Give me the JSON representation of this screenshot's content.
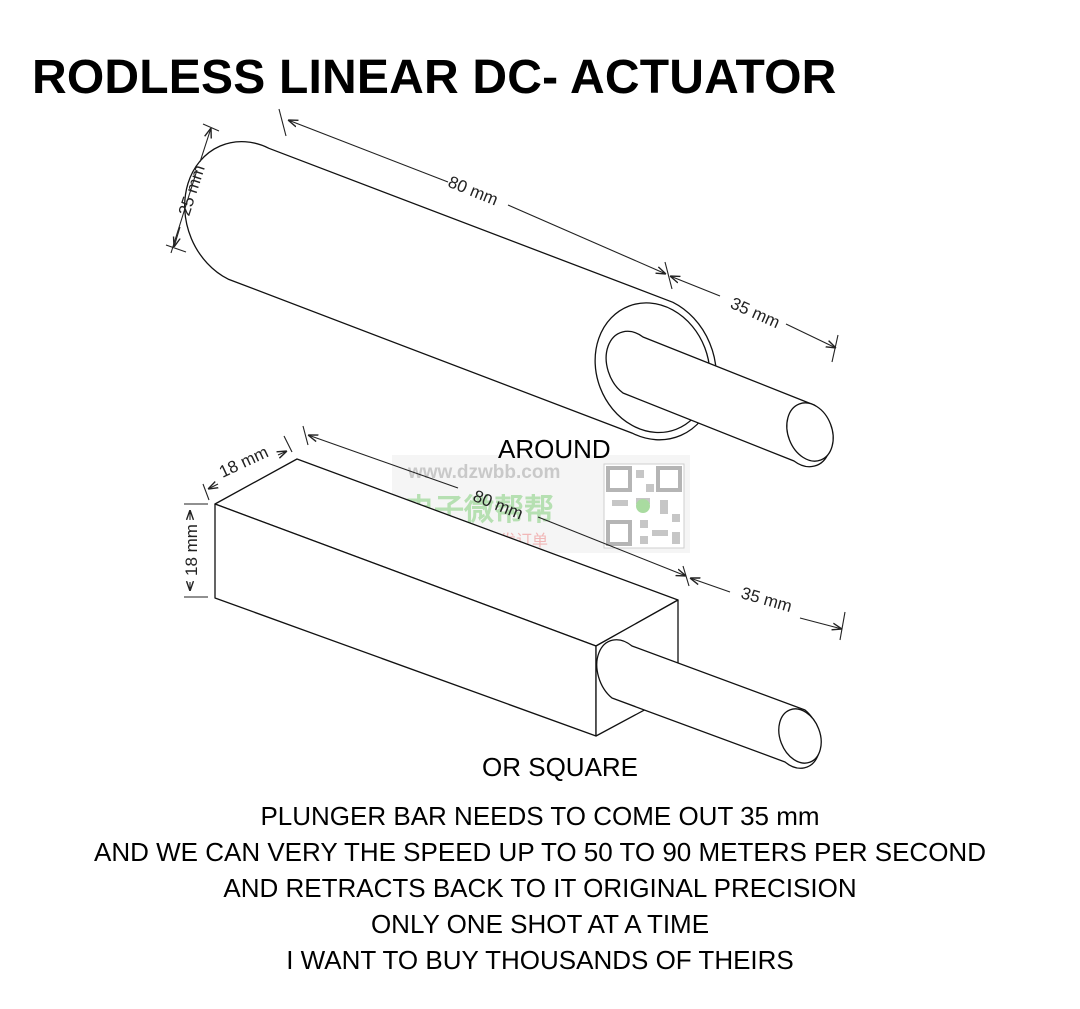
{
  "title": "RODLESS LINEAR DC- ACTUATOR",
  "round_actuator": {
    "diameter_label": "25 mm",
    "body_length_label": "80 mm",
    "stroke_label": "35 mm",
    "caption": "AROUND"
  },
  "square_actuator": {
    "width_label": "18 mm",
    "height_label": "18 mm",
    "body_length_label": "80 mm",
    "stroke_label": "35 mm",
    "caption": "OR SQUARE"
  },
  "watermark": {
    "url": "www.dzwbb.com",
    "name": "电子微帮帮",
    "slogan": "关注看电子外发订单"
  },
  "notes": [
    "PLUNGER BAR NEEDS TO COME OUT 35 mm",
    "AND WE CAN VERY THE SPEED UP TO  50 TO 90 METERS PER SECOND",
    "AND RETRACTS BACK TO IT ORIGINAL PRECISION",
    "ONLY ONE SHOT AT A TIME",
    "I WANT TO BUY THOUSANDS OF THEIRS"
  ]
}
